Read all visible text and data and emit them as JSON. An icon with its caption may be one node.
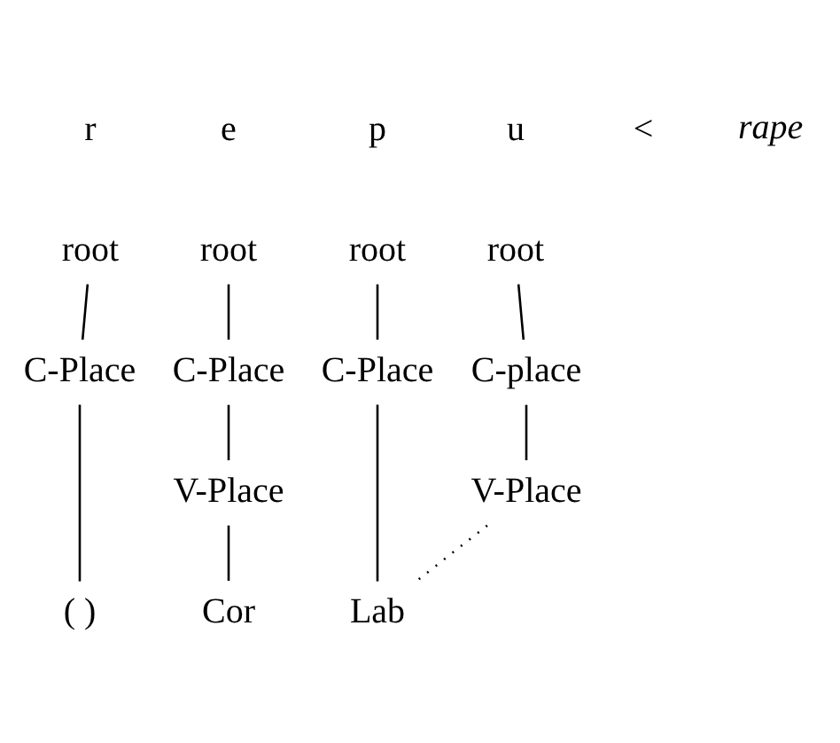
{
  "diagram": {
    "nodes": [
      {
        "text": [
          "root"
        ]
      },
      {
        "text": [
          "root"
        ]
      },
      {
        "text": [
          "root"
        ]
      },
      {
        "text": [
          "root"
        ]
      },
      {
        "text": [
          "C-Place"
        ]
      },
      {
        "text": [
          "C-Place"
        ]
      },
      {
        "text": [
          "C-Place"
        ]
      },
      {
        "text": [
          "C-place"
        ]
      },
      {
        "text": [
          "V-Place"
        ]
      },
      {
        "text": [
          "V-Place"
        ]
      },
      {
        "text": [
          "( )"
        ]
      },
      {
        "text": [
          "Cor"
        ]
      },
      {
        "text": [
          "Lab"
        ]
      }
    ],
    "edges": [
      {
        "from": 0,
        "to": 4,
        "arrow": "none"
      },
      {
        "from": 1,
        "to": 5,
        "arrow": "none"
      },
      {
        "from": 2,
        "to": 6,
        "arrow": "none"
      },
      {
        "from": 3,
        "to": 7,
        "arrow": "none"
      },
      {
        "from": 4,
        "to": 10,
        "arrow": "none"
      },
      {
        "from": 5,
        "to": 8,
        "arrow": "none"
      },
      {
        "from": 8,
        "to": 11,
        "arrow": "none"
      },
      {
        "from": 6,
        "to": 12,
        "arrow": "none"
      },
      {
        "from": 7,
        "to": 9,
        "arrow": "none"
      },
      {
        "from": 9,
        "to": 12,
        "arrow": "none",
        "style": "dashed"
      }
    ],
    "labels": [
      "r",
      "e",
      "p",
      "u",
      "<",
      "rape"
    ]
  }
}
